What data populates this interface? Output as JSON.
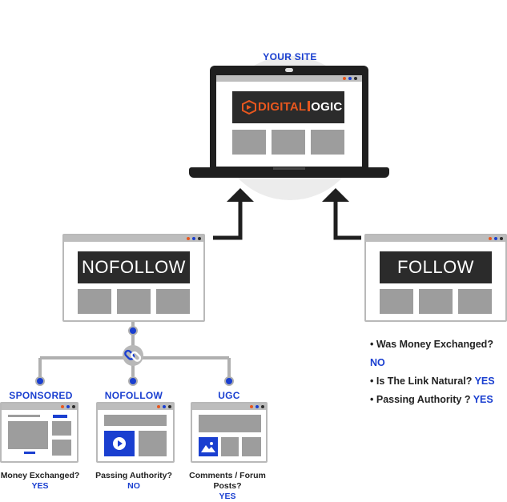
{
  "top_label": "YOUR SITE",
  "logo": {
    "part1": "DIGITAL",
    "part2": "OGIC"
  },
  "nofollow_box": {
    "title": "NOFOLLOW"
  },
  "follow_box": {
    "title": "FOLLOW"
  },
  "follow_checks": [
    {
      "question": "Was Money Exchanged?",
      "answer": "NO"
    },
    {
      "question": "Is The Link Natural?",
      "answer": "YES"
    },
    {
      "question": "Passing Authority ?",
      "answer": "YES"
    }
  ],
  "types": [
    {
      "label": "SPONSORED",
      "caption": "Money Exchanged?",
      "answer": "YES"
    },
    {
      "label": "NOFOLLOW",
      "caption": "Passing Authority?",
      "answer": "NO"
    },
    {
      "label": "UGC",
      "caption_line1": "Comments / Forum",
      "caption_line2": "Posts?",
      "answer": "YES"
    }
  ],
  "colors": {
    "accent_blue": "#1a3fd0",
    "accent_orange": "#e8571e",
    "dark": "#2b2b2b"
  }
}
